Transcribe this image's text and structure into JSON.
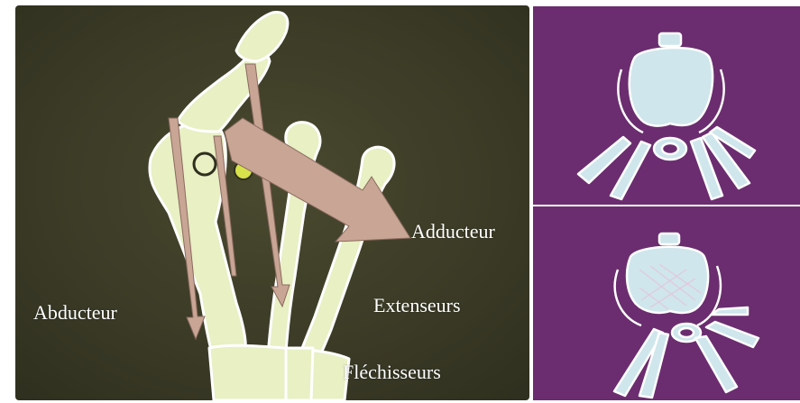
{
  "labels": {
    "adducteur": "Adducteur",
    "abducteur": "Abducteur",
    "extenseurs": "Extenseurs",
    "flechisseurs": "Fléchisseurs"
  },
  "colors": {
    "left_background": "#3b3a27",
    "right_background": "#6b2d6f",
    "bone_fill": "#e8f0c4",
    "bone_outline": "#ffffff",
    "muscle_arrow": "#c9a595",
    "sesamoid": "#d8e24a",
    "cross_section_fill": "#cfe6ec",
    "label_color": "#ffffff"
  },
  "icons": {
    "left_panel": "hand-bones-diagram",
    "right_top": "tendon-cross-section",
    "right_bottom": "tendon-cross-section"
  }
}
